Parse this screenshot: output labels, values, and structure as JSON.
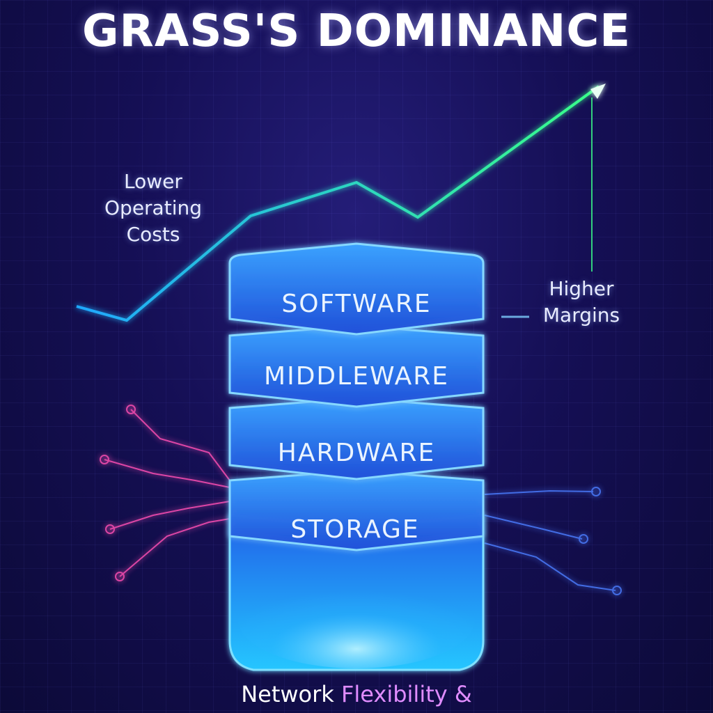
{
  "title": "GRASS'S DOMINANCE",
  "left_label": [
    "Lower",
    "Operating",
    "Costs"
  ],
  "right_label": [
    "Higher",
    "Margins"
  ],
  "layers": [
    "SOFTWARE",
    "MIDDLEWARE",
    "HARDWARE",
    "STORAGE"
  ],
  "bottom_caption": {
    "part1": "Network ",
    "part2": "Flexibility &"
  },
  "colors": {
    "line_start": "#1fa8ff",
    "line_end": "#39ff88",
    "layer_glow": "#33b8ff",
    "circuit_left": "#ff4fb4",
    "circuit_right": "#4c7dff"
  },
  "icons": [
    "arrow-head-icon"
  ]
}
